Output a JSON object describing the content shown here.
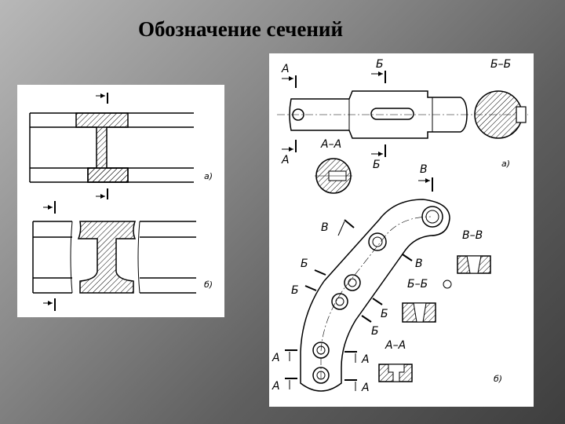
{
  "slide": {
    "title": "Обозначение сечений"
  },
  "left_figure": {
    "label_a": "а)",
    "label_b": "б)"
  },
  "right_figure": {
    "label_a": "а)",
    "label_b": "б)",
    "section_labels": {
      "A": "А",
      "B": "Б",
      "V": "В",
      "AA": "А–А",
      "BB": "Б–Б",
      "BB_top": "Б–Б",
      "VV": "В–В"
    }
  }
}
